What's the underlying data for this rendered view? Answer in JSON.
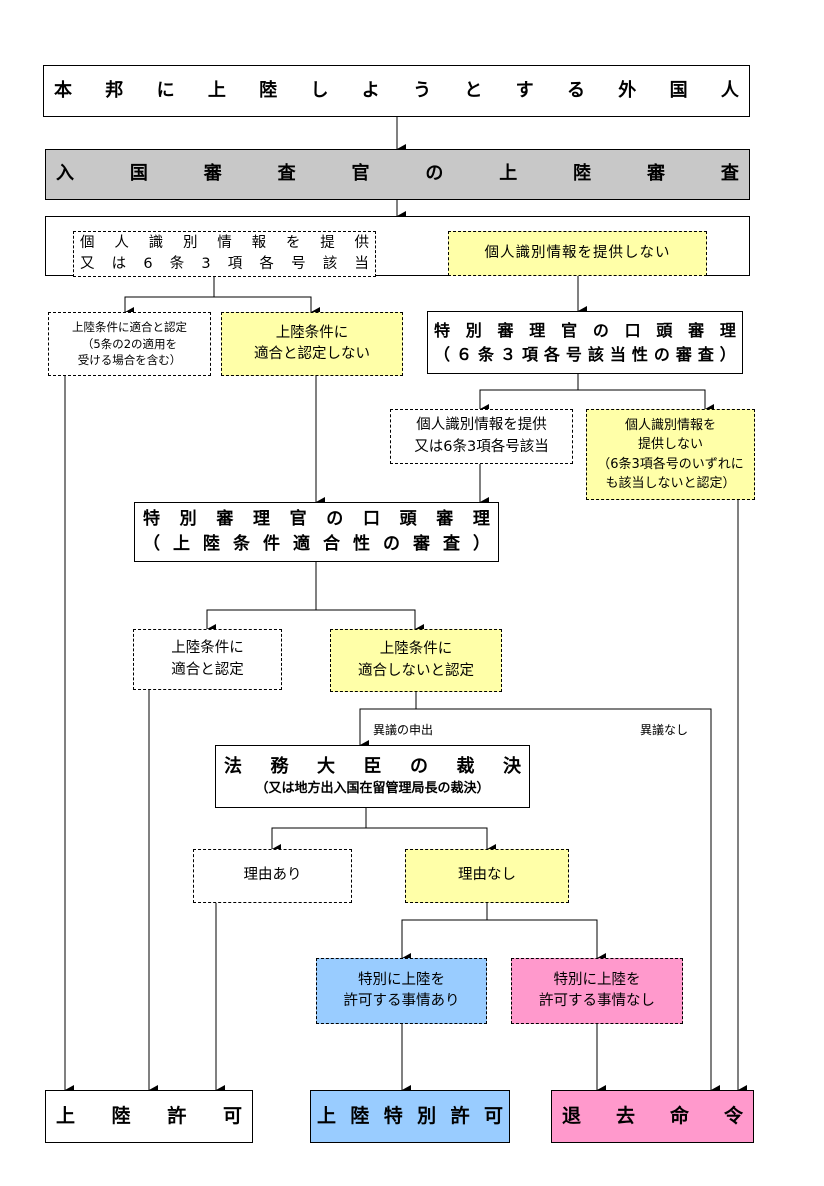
{
  "nodes": {
    "foreigner": "本邦に上陸しようとする外国人",
    "inspection": "入国審査官の上陸審査",
    "provide_or_applicable": {
      "line1": "個人識別情報を提供",
      "line2": "又は6条3項各号該当"
    },
    "not_provide_top": "個人識別情報を提供しない",
    "recognized_conditions": {
      "line1": "上陸条件に適合と認定",
      "line2": "（5条の2の適用を",
      "line3": "受ける場合を含む）"
    },
    "not_recognized": {
      "line1": "上陸条件に",
      "line2": "適合と認定しない"
    },
    "special_oral_6_3": {
      "line1": "特別審理官の口頭審理",
      "line2": "（６条３項各号該当性の審査）"
    },
    "provide_or_applicable_2": {
      "line1": "個人識別情報を提供",
      "line2": "又は6条3項各号該当"
    },
    "not_provide_none": {
      "line1": "個人識別情報を",
      "line2": "提供しない",
      "line3": "（6条3項各号のいずれに",
      "line4": "も該当しないと認定）"
    },
    "special_oral_conditions": {
      "line1": "特別審理官の口頭審理",
      "line2": "（上陸条件適合性の審査）"
    },
    "recognized_2": {
      "line1": "上陸条件に",
      "line2": "適合と認定"
    },
    "not_recognized_2": {
      "line1": "上陸条件に",
      "line2": "適合しないと認定"
    },
    "minister_decision": {
      "line1": "法務大臣の裁決",
      "line2": "（又は地方出入国在留管理局長の裁決）"
    },
    "with_reason": "理由あり",
    "without_reason": "理由なし",
    "special_yes": {
      "line1": "特別に上陸を",
      "line2": "許可する事情あり"
    },
    "special_no": {
      "line1": "特別に上陸を",
      "line2": "許可する事情なし"
    },
    "landing_permission": "上陸許可",
    "special_landing_permission": "上陸特別許可",
    "deportation_order": "退去命令"
  },
  "labels": {
    "objection": "異議の申出",
    "no_objection": "異議なし"
  },
  "colors": {
    "gray": "#c8c8c8",
    "yellow": "#ffffa8",
    "blue": "#99ccff",
    "pink": "#ff99cc"
  }
}
